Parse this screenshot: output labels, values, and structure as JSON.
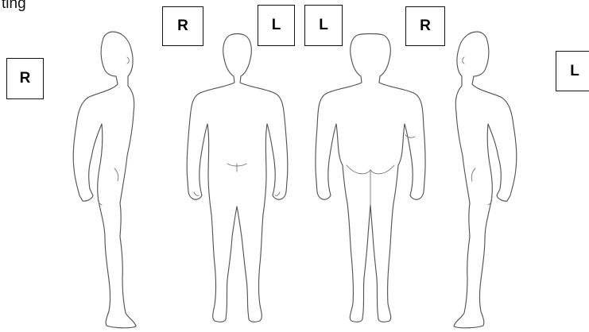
{
  "heading_fragment": "ting",
  "side_labels": {
    "box_1": "R",
    "box_2": "R",
    "box_3": "L",
    "box_4": "L",
    "box_5": "R",
    "box_6": "L"
  },
  "figures": [
    "right-side-view",
    "front-view",
    "back-view",
    "left-side-view"
  ]
}
